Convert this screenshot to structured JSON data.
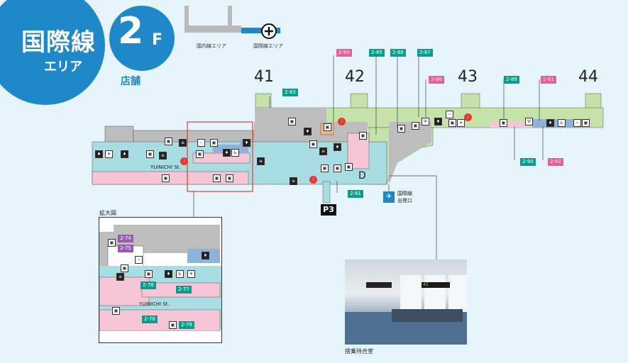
{
  "badge": {
    "main": "国際線",
    "sub": "エリア"
  },
  "floor": {
    "number": "2",
    "suffix": "F",
    "category": "店舗"
  },
  "mini_map": {
    "domestic": "国内線エリア",
    "international": "国際線エリア"
  },
  "gates": [
    "41",
    "42",
    "43",
    "44"
  ],
  "shops_green": [
    "2-83",
    "2-85",
    "2-86",
    "2-87",
    "2-89",
    "2-90",
    "2-81"
  ],
  "shops_pink": [
    "2-80",
    "2-88",
    "2-91",
    "2-92"
  ],
  "letter_d": "D",
  "parking": "P3",
  "intl_departure": {
    "line1": "国際線",
    "line2": "出発口"
  },
  "street_main": "YUINICHI St.",
  "inset": {
    "title": "拡大図",
    "shops_purple": [
      "2-74",
      "2-75"
    ],
    "shops_green": [
      "2-76",
      "2-77",
      "2-78",
      "2-79"
    ],
    "street": "YUINICHI St."
  },
  "photo_caption": "搭乗待合室",
  "photo_sign": "42",
  "colors": {
    "brand_blue": "#1f88c9",
    "green_tag": "#0c9c8c",
    "pink_tag": "#e95e96",
    "purple_tag": "#9b59b6"
  }
}
